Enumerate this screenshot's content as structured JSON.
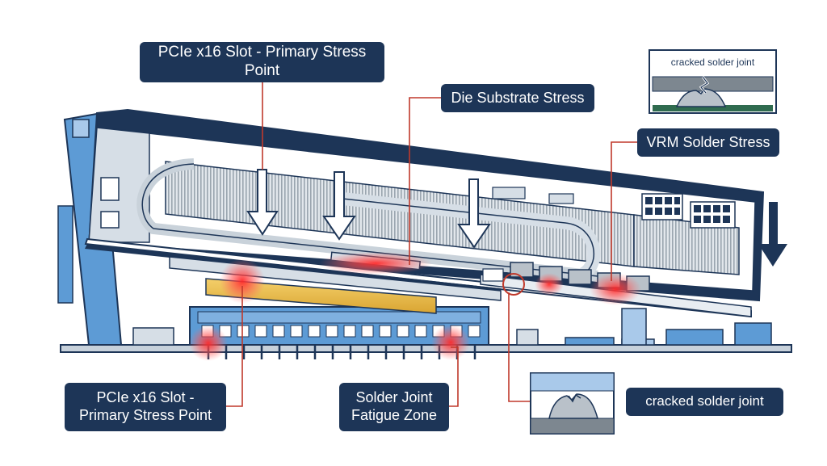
{
  "labels": {
    "pcie_top": "PCIe x16 Slot - Primary Stress Point",
    "die": "Die Substrate Stress",
    "vrm": "VRM Solder Stress",
    "pcie_bottom_line1": "PCIe x16 Slot -",
    "pcie_bottom_line2": "Primary Stress Point",
    "solder_line1": "Solder Joint",
    "solder_line2": "Fatigue Zone",
    "cracked_bottom": "cracked solder joint",
    "inset_top": "cracked solder joint"
  },
  "colors": {
    "navy": "#1d3557",
    "light_blue": "#5d9bd5",
    "pale_blue": "#a9c9ea",
    "panel_gray": "#d6dee6",
    "fin_gray": "#b9c1c9",
    "gold": "#e8b84b",
    "stress_red": "#e63946",
    "leader_red": "#c0392b",
    "pcb_green": "#2f6b4f"
  },
  "icons": [
    "down-arrow-icon",
    "stress-hotspot-icon",
    "zoom-circle-icon"
  ]
}
